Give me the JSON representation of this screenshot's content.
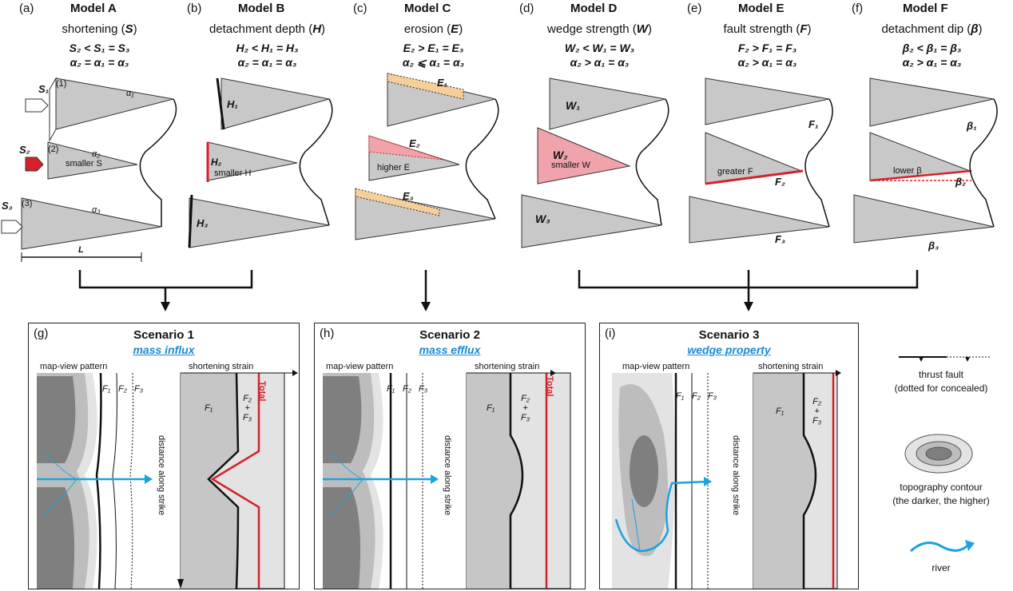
{
  "models": [
    {
      "letter": "(a)",
      "name": "Model A",
      "param": "shortening (",
      "sym": "S",
      "close": ")",
      "eq1": "S₂ < S₁ = S₃",
      "eq2": "α₂ = α₁ = α₃",
      "note": "smaller S",
      "scale": "L",
      "s1": "S₁",
      "s2": "S₂",
      "s3": "S₃"
    },
    {
      "letter": "(b)",
      "name": "Model B",
      "param": "detachment depth (",
      "sym": "H",
      "close": ")",
      "eq1": "H₂ < H₁ = H₃",
      "eq2": "α₂ = α₁ = α₃",
      "note": "smaller H",
      "h1": "H₁",
      "h2": "H₂",
      "h3": "H₃"
    },
    {
      "letter": "(c)",
      "name": "Model C",
      "param": "erosion (",
      "sym": "E",
      "close": ")",
      "eq1": "E₂ > E₁ = E₃",
      "eq2": "α₂ ⩽ α₁ = α₃",
      "note": "higher E",
      "e1": "E₁",
      "e2": "E₂",
      "e3": "E₃"
    },
    {
      "letter": "(d)",
      "name": "Model D",
      "param": "wedge strength (",
      "sym": "W",
      "close": ")",
      "eq1": "W₂ < W₁ = W₃",
      "eq2": "α₂ > α₁ = α₃",
      "note": "smaller W",
      "w1": "W₁",
      "w2": "W₂",
      "w3": "W₃"
    },
    {
      "letter": "(e)",
      "name": "Model E",
      "param": "fault strength (",
      "sym": "F",
      "close": ")",
      "eq1": "F₂ > F₁ = F₃",
      "eq2": "α₂ > α₁ = α₃",
      "note": "greater F",
      "f1": "F₁",
      "f2": "F₂",
      "f3": "F₃"
    },
    {
      "letter": "(f)",
      "name": "Model F",
      "param": "detachment dip (",
      "sym": "β",
      "close": ")",
      "eq1": "β₂ < β₁ = β₃",
      "eq2": "α₂ > α₁ = α₃",
      "note": "lower β",
      "b1": "β₁",
      "b2": "β₂",
      "b3": "β₃"
    }
  ],
  "wedge_labels": {
    "w1": "(1)",
    "w2": "(2)",
    "w3": "(3)",
    "a1": "α₁",
    "a2": "α₂",
    "a3": "α₃"
  },
  "scenarios": [
    {
      "letter": "(g)",
      "title": "Scenario 1",
      "subtitle": "mass influx"
    },
    {
      "letter": "(h)",
      "title": "Scenario 2",
      "subtitle": "mass efflux"
    },
    {
      "letter": "(i)",
      "title": "Scenario 3",
      "subtitle": "wedge property"
    }
  ],
  "panel_text": {
    "map": "map-view pattern",
    "strain": "shortening strain",
    "distance": "distance along strike",
    "total": "Total",
    "f1": "F₁",
    "f2": "F₂",
    "f3": "F₃",
    "f2f3": [
      "F₂",
      "+",
      "F₃"
    ]
  },
  "legend": {
    "thrust": "thrust fault",
    "thrust2": "(dotted for concealed)",
    "topo": "topography contour",
    "topo2": "(the darker, the higher)",
    "river": "river"
  },
  "colors": {
    "wedge": "#c8c8c8",
    "red": "#d6212b",
    "blue": "#1aa3e0",
    "pink": "#f0a3aa",
    "tan": "#f4cf9a"
  }
}
